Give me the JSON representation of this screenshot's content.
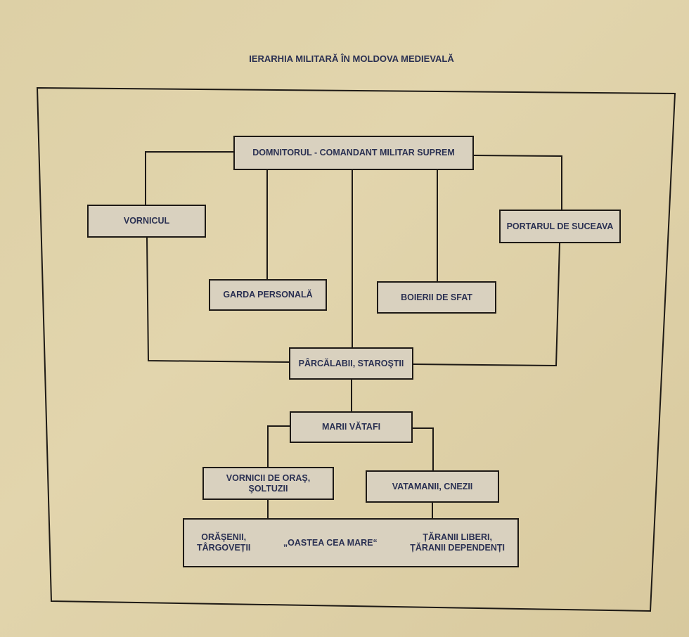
{
  "title": "IERARHIA MILITARĂ ÎN MOLDOVA MEDIEVALĂ",
  "nodes": {
    "domnitorul": "DOMNITORUL - COMANDANT MILITAR SUPREM",
    "vornicul": "VORNICUL",
    "portarul": "PORTARUL DE SUCEAVA",
    "garda": "GARDA PERSONALĂ",
    "boierii": "BOIERII DE SFAT",
    "parcalabii": "PÂRCĂLABII, STAROŞTII",
    "marii_vatafi": "MARII VĂTAFI",
    "vornicii_line1": "VORNICII DE ORAŞ,",
    "vornicii_line2": "ŞOLTUZII",
    "vatamanii": "VATAMANII, CNEZII",
    "orasenii_line1": "ORĂŞENII,",
    "orasenii_line2": "TÂRGOVEȚII",
    "oastea": "„OASTEA CEA MARE“",
    "taranii_line1": "ȚĂRANII LIBERI,",
    "taranii_line2": "ȚĂRANII DEPENDENȚI"
  }
}
